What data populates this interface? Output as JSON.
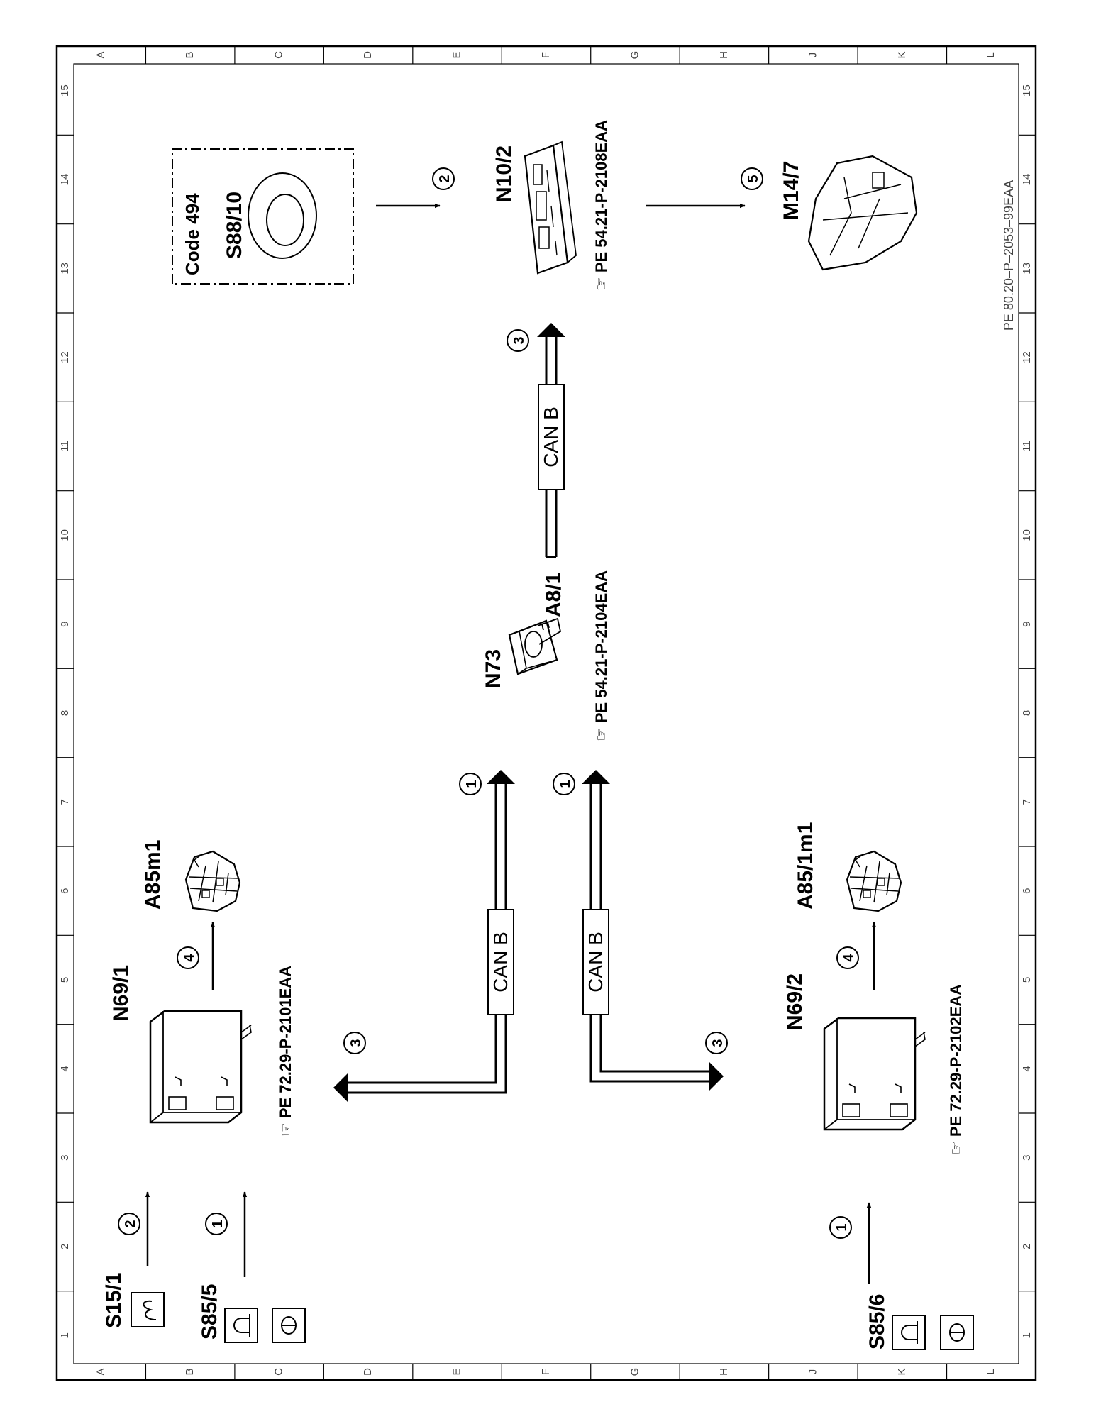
{
  "sheet": {
    "doc_id": "PE 80.20–P–2053–99EAA",
    "col_letters": [
      "A",
      "B",
      "C",
      "D",
      "E",
      "F",
      "G",
      "H",
      "J",
      "K",
      "L"
    ],
    "row_numbers": [
      "1",
      "2",
      "3",
      "4",
      "5",
      "6",
      "7",
      "8",
      "9",
      "10",
      "11",
      "12",
      "13",
      "14",
      "15"
    ]
  },
  "components": {
    "s15_1": "S15/1",
    "s85_5": "S85/5",
    "s85_6": "S85/6",
    "n69_1": "N69/1",
    "n69_2": "N69/2",
    "a85m1": "A85m1",
    "a85_1m1": "A85/1m1",
    "n73": "N73",
    "a8_1": "A8/1",
    "n10_2": "N10/2",
    "m14_7": "M14/7",
    "s88_10": "S88/10",
    "code_494": "Code 494"
  },
  "references": {
    "n69_1": "PE  72.29-P-2101EAA",
    "n69_2": "PE  72.29-P-2102EAA",
    "n73": "PE  54.21-P-2104EAA",
    "n10_2": "PE  54.21-P-2108EAA"
  },
  "bus": {
    "label": "CAN  B"
  },
  "steps": {
    "s1": "1",
    "s2": "2",
    "s3": "3",
    "s4": "4",
    "s5": "5"
  }
}
